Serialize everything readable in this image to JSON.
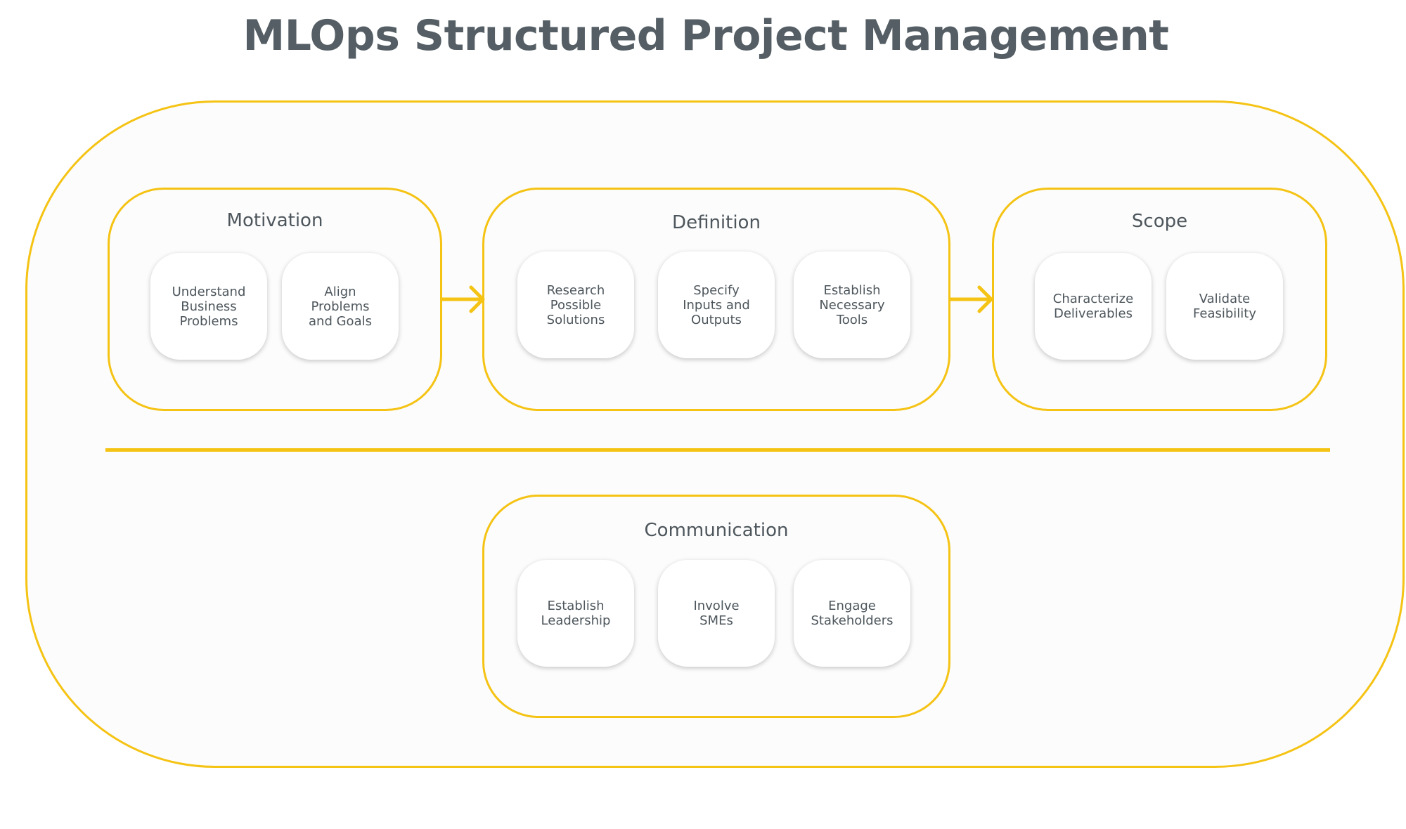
{
  "title": "MLOps Structured Project Management",
  "colors": {
    "accent": "#f5c314",
    "title_text": "#545e64",
    "body_text": "#4d565c",
    "card_bg": "#ffffff",
    "container_bg": "#fcfcfc"
  },
  "groups": [
    {
      "title": "Motivation",
      "items": [
        "Understand\nBusiness\nProblems",
        "Align\nProblems\nand Goals"
      ]
    },
    {
      "title": "Definition",
      "items": [
        "Research\nPossible\nSolutions",
        "Specify\nInputs and\nOutputs",
        "Establish\nNecessary\nTools"
      ]
    },
    {
      "title": "Scope",
      "items": [
        "Characterize\nDeliverables",
        "Validate\nFeasibility"
      ]
    },
    {
      "title": "Communication",
      "items": [
        "Establish\nLeadership",
        "Involve\nSMEs",
        "Engage\nStakeholders"
      ]
    }
  ],
  "connectors": [
    {
      "from": "Motivation",
      "to": "Definition",
      "icon": "arrow-right-icon"
    },
    {
      "from": "Definition",
      "to": "Scope",
      "icon": "arrow-right-icon"
    }
  ]
}
